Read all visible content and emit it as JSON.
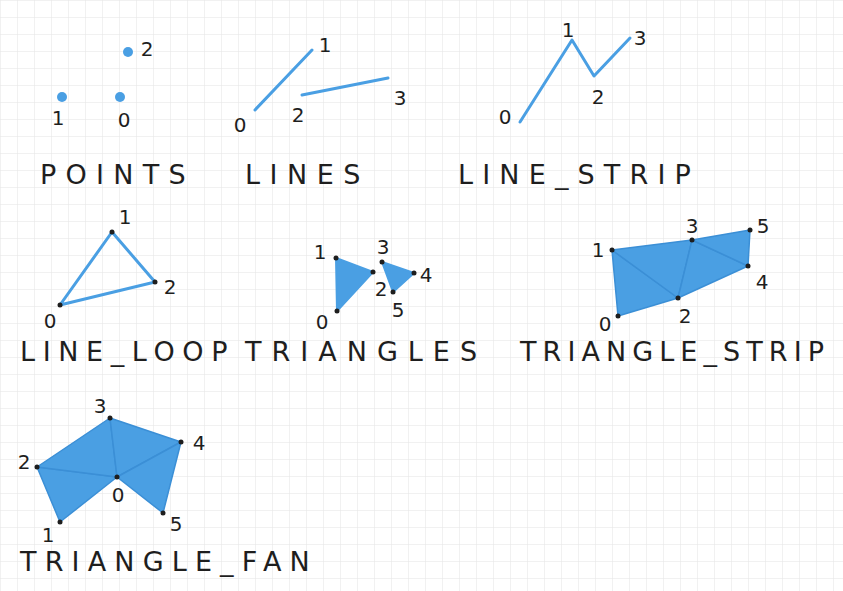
{
  "diagram": {
    "labels": [
      "0",
      "1",
      "2",
      "POINTS",
      "0",
      "1",
      "2",
      "3",
      "LINES",
      "0",
      "1",
      "2",
      "3",
      "LINE_STRIP",
      "0",
      "1",
      "2",
      "LINE_LOOP",
      "0",
      "1",
      "2",
      "3",
      "4",
      "5",
      "TRIANGLES",
      "0",
      "1",
      "2",
      "3",
      "4",
      "5",
      "TRIANGLE_STRIP",
      "0",
      "1",
      "2",
      "3",
      "4",
      "5",
      "TRIANGLE_FAN"
    ]
  }
}
